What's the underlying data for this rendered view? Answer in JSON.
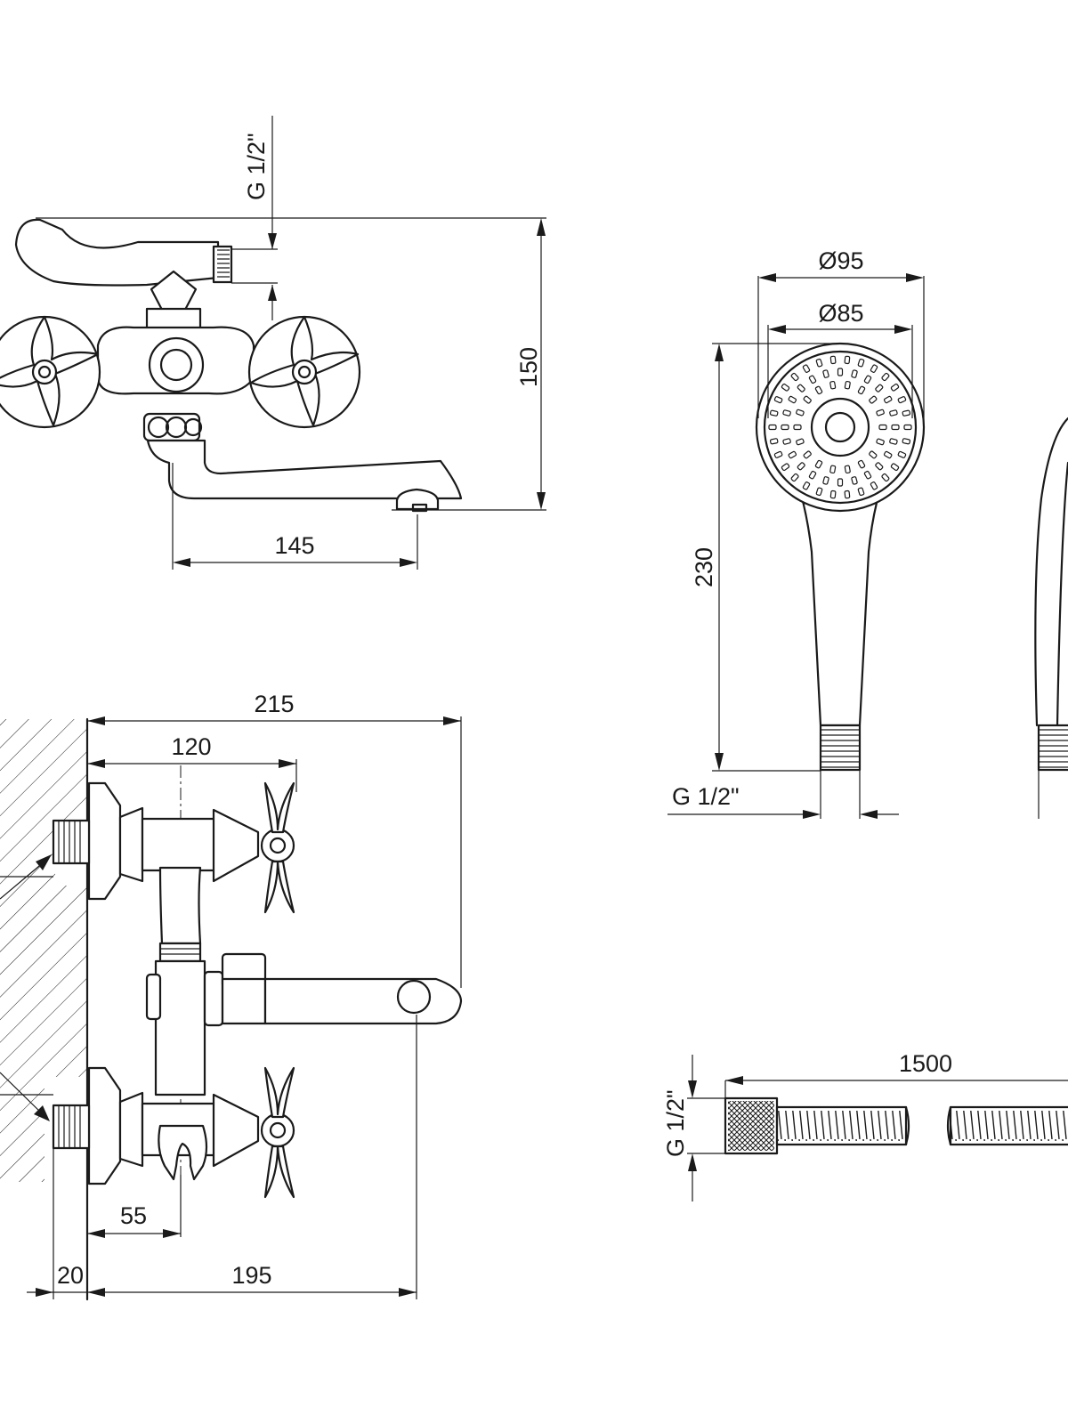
{
  "dimensions": {
    "top_view": {
      "thread": "G 1/2\"",
      "height": "150",
      "spout_reach": "145"
    },
    "shower_head": {
      "outer_diameter": "Ø95",
      "inner_diameter": "Ø85",
      "length": "230",
      "thread": "G 1/2\""
    },
    "front_view": {
      "overall_width": "215",
      "handle_distance": "120",
      "holder_offset": "55",
      "wall_offset": "20",
      "spout_length": "195"
    },
    "hose": {
      "length": "1500",
      "thread": "G 1/2\""
    }
  },
  "colors": {
    "line": "#1a1a1a",
    "background": "#ffffff"
  }
}
